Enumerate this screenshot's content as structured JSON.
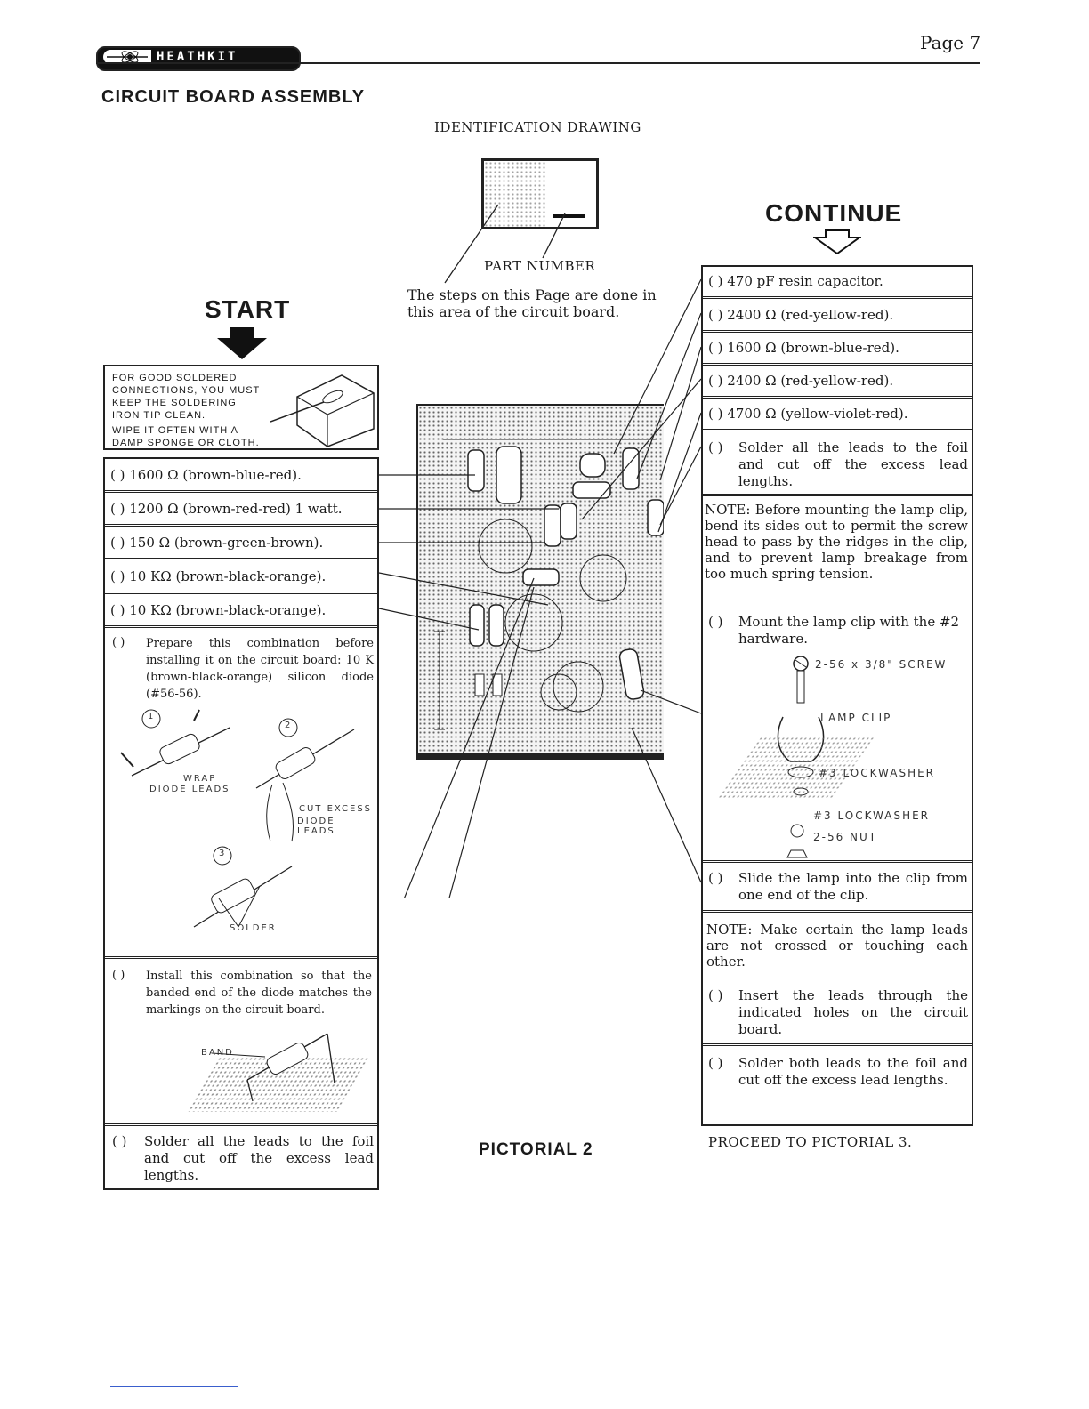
{
  "header": {
    "logo_text": "HEATHKIT",
    "page_label": "Page 7"
  },
  "section_title": "CIRCUIT BOARD ASSEMBLY",
  "identification": {
    "title": "IDENTIFICATION DRAWING",
    "part_number_label": "PART NUMBER",
    "note_line1": "The steps on this Page are done in",
    "note_line2": "this area of the circuit board."
  },
  "start_label": "START",
  "continue_label": "CONTINUE",
  "tip_box": {
    "line1": "FOR GOOD SOLDERED",
    "line2": "CONNECTIONS, YOU MUST",
    "line3": "KEEP THE SOLDERING",
    "line4": "IRON TIP CLEAN.",
    "line5": "WIPE IT OFTEN WITH A",
    "line6": "DAMP SPONGE OR CLOTH."
  },
  "left_steps": [
    "( ) 1600 Ω (brown-blue-red).",
    "( ) 1200 Ω (brown-red-red) 1 watt.",
    "( ) 150 Ω (brown-green-brown).",
    "( ) 10 KΩ (brown-black-orange).",
    "( ) 10 KΩ (brown-black-orange)."
  ],
  "prepare_step": {
    "check": "( )",
    "text": "Prepare this combination before installing it on the circuit board: 10 K (brown-black-orange) silicon diode (#56-56).",
    "n1": "1",
    "n2": "2",
    "n3": "3",
    "wrap_label1": "WRAP",
    "wrap_label2": "DIODE LEADS",
    "cut_label1": "CUT EXCESS",
    "cut_label2": "DIODE LEADS",
    "solder_label": "SOLDER"
  },
  "install_step": {
    "check": "( )",
    "text": "Install this combination so that the banded end of the diode matches the markings on the circuit board.",
    "band_label": "BAND"
  },
  "left_final_step": {
    "check": "( )",
    "text": "Solder all the leads to the foil and cut off the excess lead lengths."
  },
  "pictorial_label": "PICTORIAL 2",
  "right_steps": [
    "( ) 470 pF resin capacitor.",
    "( ) 2400 Ω (red-yellow-red).",
    "( ) 1600 Ω (brown-blue-red).",
    "( ) 2400 Ω (red-yellow-red).",
    "( ) 4700 Ω (yellow-violet-red)."
  ],
  "right_solder_step": {
    "check": "( )",
    "text": "Solder all the leads to the foil and cut off the excess lead lengths."
  },
  "note1": "NOTE: Before mounting the lamp clip, bend its sides out to permit the screw head to pass by the ridges in the clip, and to prevent lamp breakage from too much spring tension.",
  "mount_step": {
    "check": "( )",
    "text": "Mount the lamp clip with the #2 hardware.",
    "screw": "2-56 x 3/8\" SCREW",
    "clip": "LAMP CLIP",
    "lockwasher1": "#3 LOCKWASHER",
    "lockwasher2": "#3 LOCKWASHER",
    "nut": "2-56 NUT"
  },
  "slide_step": {
    "check": "( )",
    "text": "Slide the lamp into the clip from one end of the clip."
  },
  "note2": "NOTE: Make certain the lamp leads are not crossed or touching each other.",
  "insert_step": {
    "check": "( )",
    "text": "Insert the leads through the indicated holes on the circuit board."
  },
  "solder_both_step": {
    "check": "( )",
    "text": "Solder both leads to the foil and cut off the excess lead lengths."
  },
  "proceed_label": "PROCEED TO PICTORIAL 3."
}
